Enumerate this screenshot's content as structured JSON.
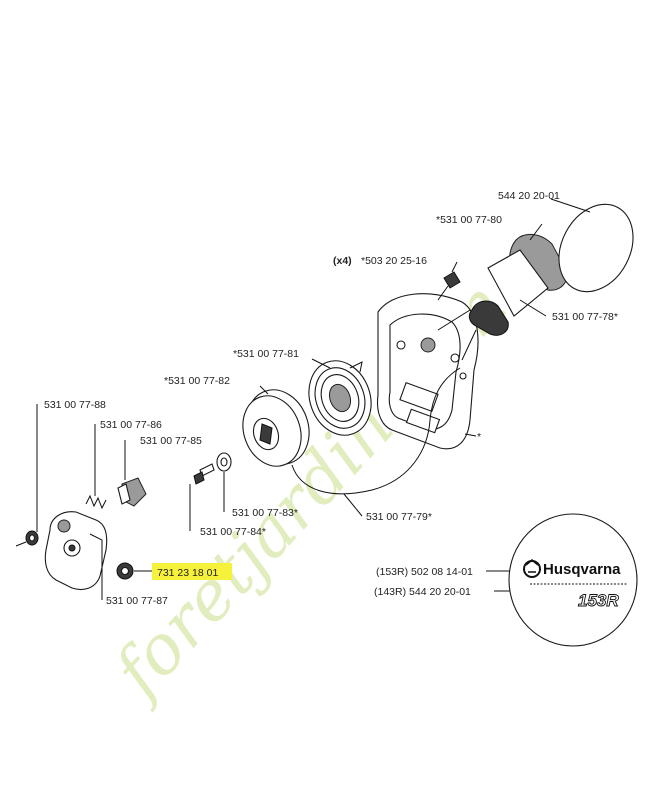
{
  "watermark": "foretjardin.com",
  "brand": {
    "logo_text": "Husqvarna",
    "model": "153R"
  },
  "labels": {
    "cover_decal": "544 20 20-01",
    "handle": "*531 00 77-80",
    "screw_qty": "(x4)",
    "screw": "*503 20 25-16",
    "rope_grip": "531 00 77-78*",
    "spring_cassette": "*531 00 77-81",
    "pulley": "*531 00 77-82",
    "housing_mark": "*",
    "washer_left": "531 00 77-88",
    "spring": "531 00 77-86",
    "pawl": "531 00 77-85",
    "washer_center": "531 00 77-83*",
    "screw_center": "531 00 77-84*",
    "rope": "531 00 77-79*",
    "nut_highlight": "731 23 18 01",
    "flywheel_cup": "531 00 77-87"
  },
  "decal_labels": {
    "d153r": "(153R) 502 08 14-01",
    "d143r": "(143R) 544 20 20-01"
  },
  "colors": {
    "highlight": "#f6f23c",
    "watermark": "#c9e08a",
    "line": "#111111"
  }
}
